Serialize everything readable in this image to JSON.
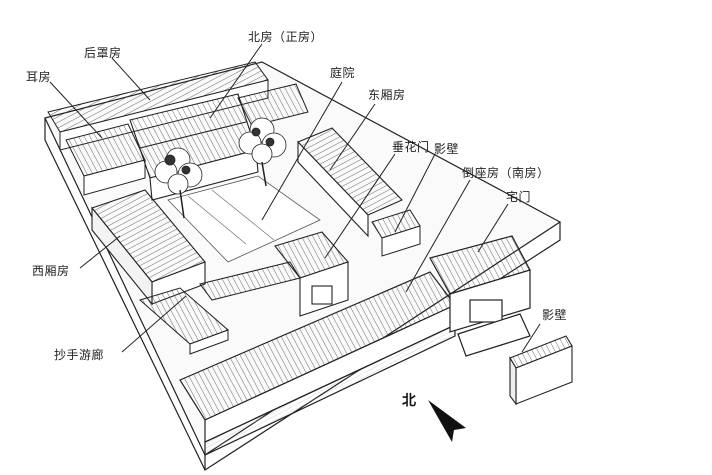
{
  "labels": {
    "hou_zhao_fang": "后罩房",
    "bei_fang": "北房（正房）",
    "er_fang": "耳房",
    "ting_yuan": "庭院",
    "dong_xiang_fang": "东厢房",
    "chui_hua_men": "垂花门",
    "ying_bi_inner": "影壁",
    "dao_zuo_fang": "倒座房（南房）",
    "zhai_men": "宅门",
    "xi_xiang_fang": "西厢房",
    "chao_shou_you_lang": "抄手游廊",
    "ying_bi_outer": "影壁"
  },
  "compass": {
    "north_label": "北"
  }
}
